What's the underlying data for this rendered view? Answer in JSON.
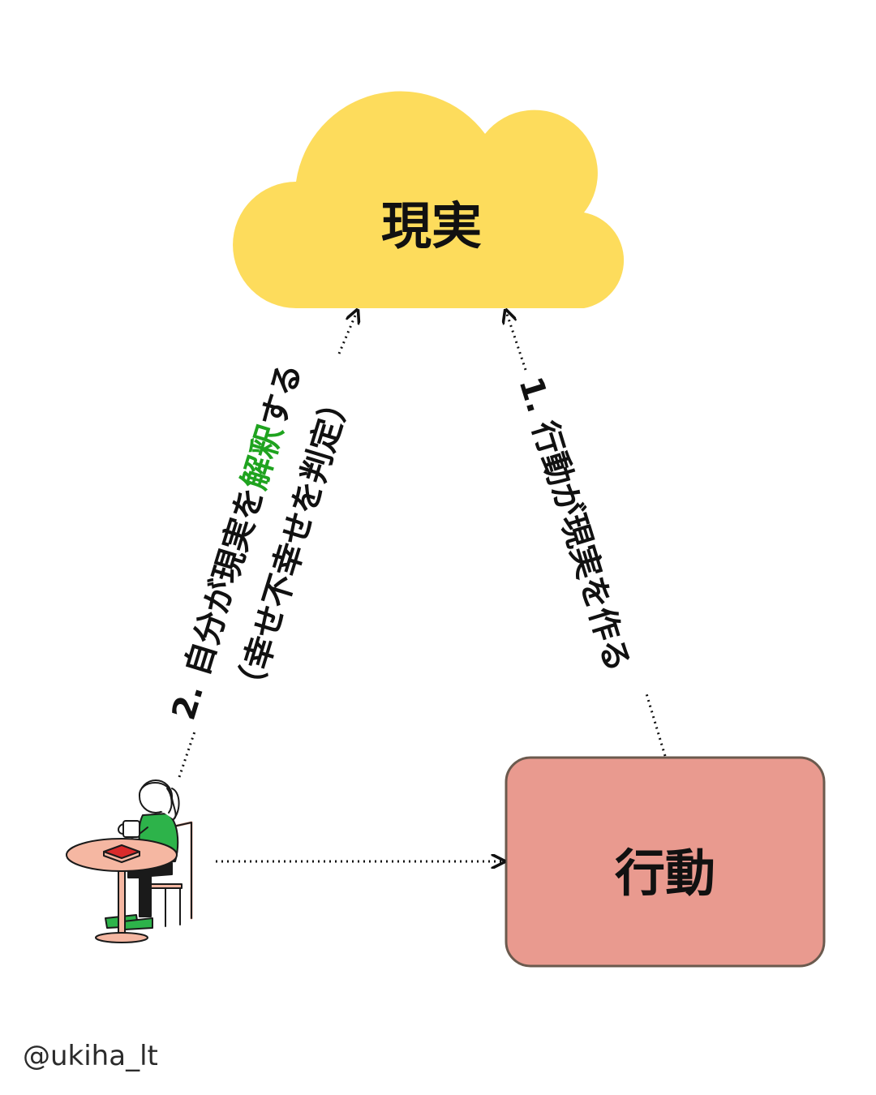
{
  "nodes": {
    "reality": {
      "label": "現実",
      "fill": "#FDDC5C"
    },
    "action": {
      "label": "行動",
      "fill": "#E99A8F",
      "stroke": "#6B5A4E"
    }
  },
  "edges": {
    "action_to_reality": {
      "label_1": "1. 行動が現実を作る"
    },
    "person_to_reality": {
      "label_1_prefix": "2. 自分が現実を",
      "label_1_highlight": "解釈",
      "label_1_suffix": "する",
      "label_2": "（幸せ不幸せを判定）",
      "highlight_color": "#1FA31F"
    },
    "person_to_action": {}
  },
  "illustration": {
    "icon": "person-at-cafe-table-icon",
    "accent": "#2DB34A"
  },
  "footer": {
    "handle": "@ukiha_lt"
  }
}
